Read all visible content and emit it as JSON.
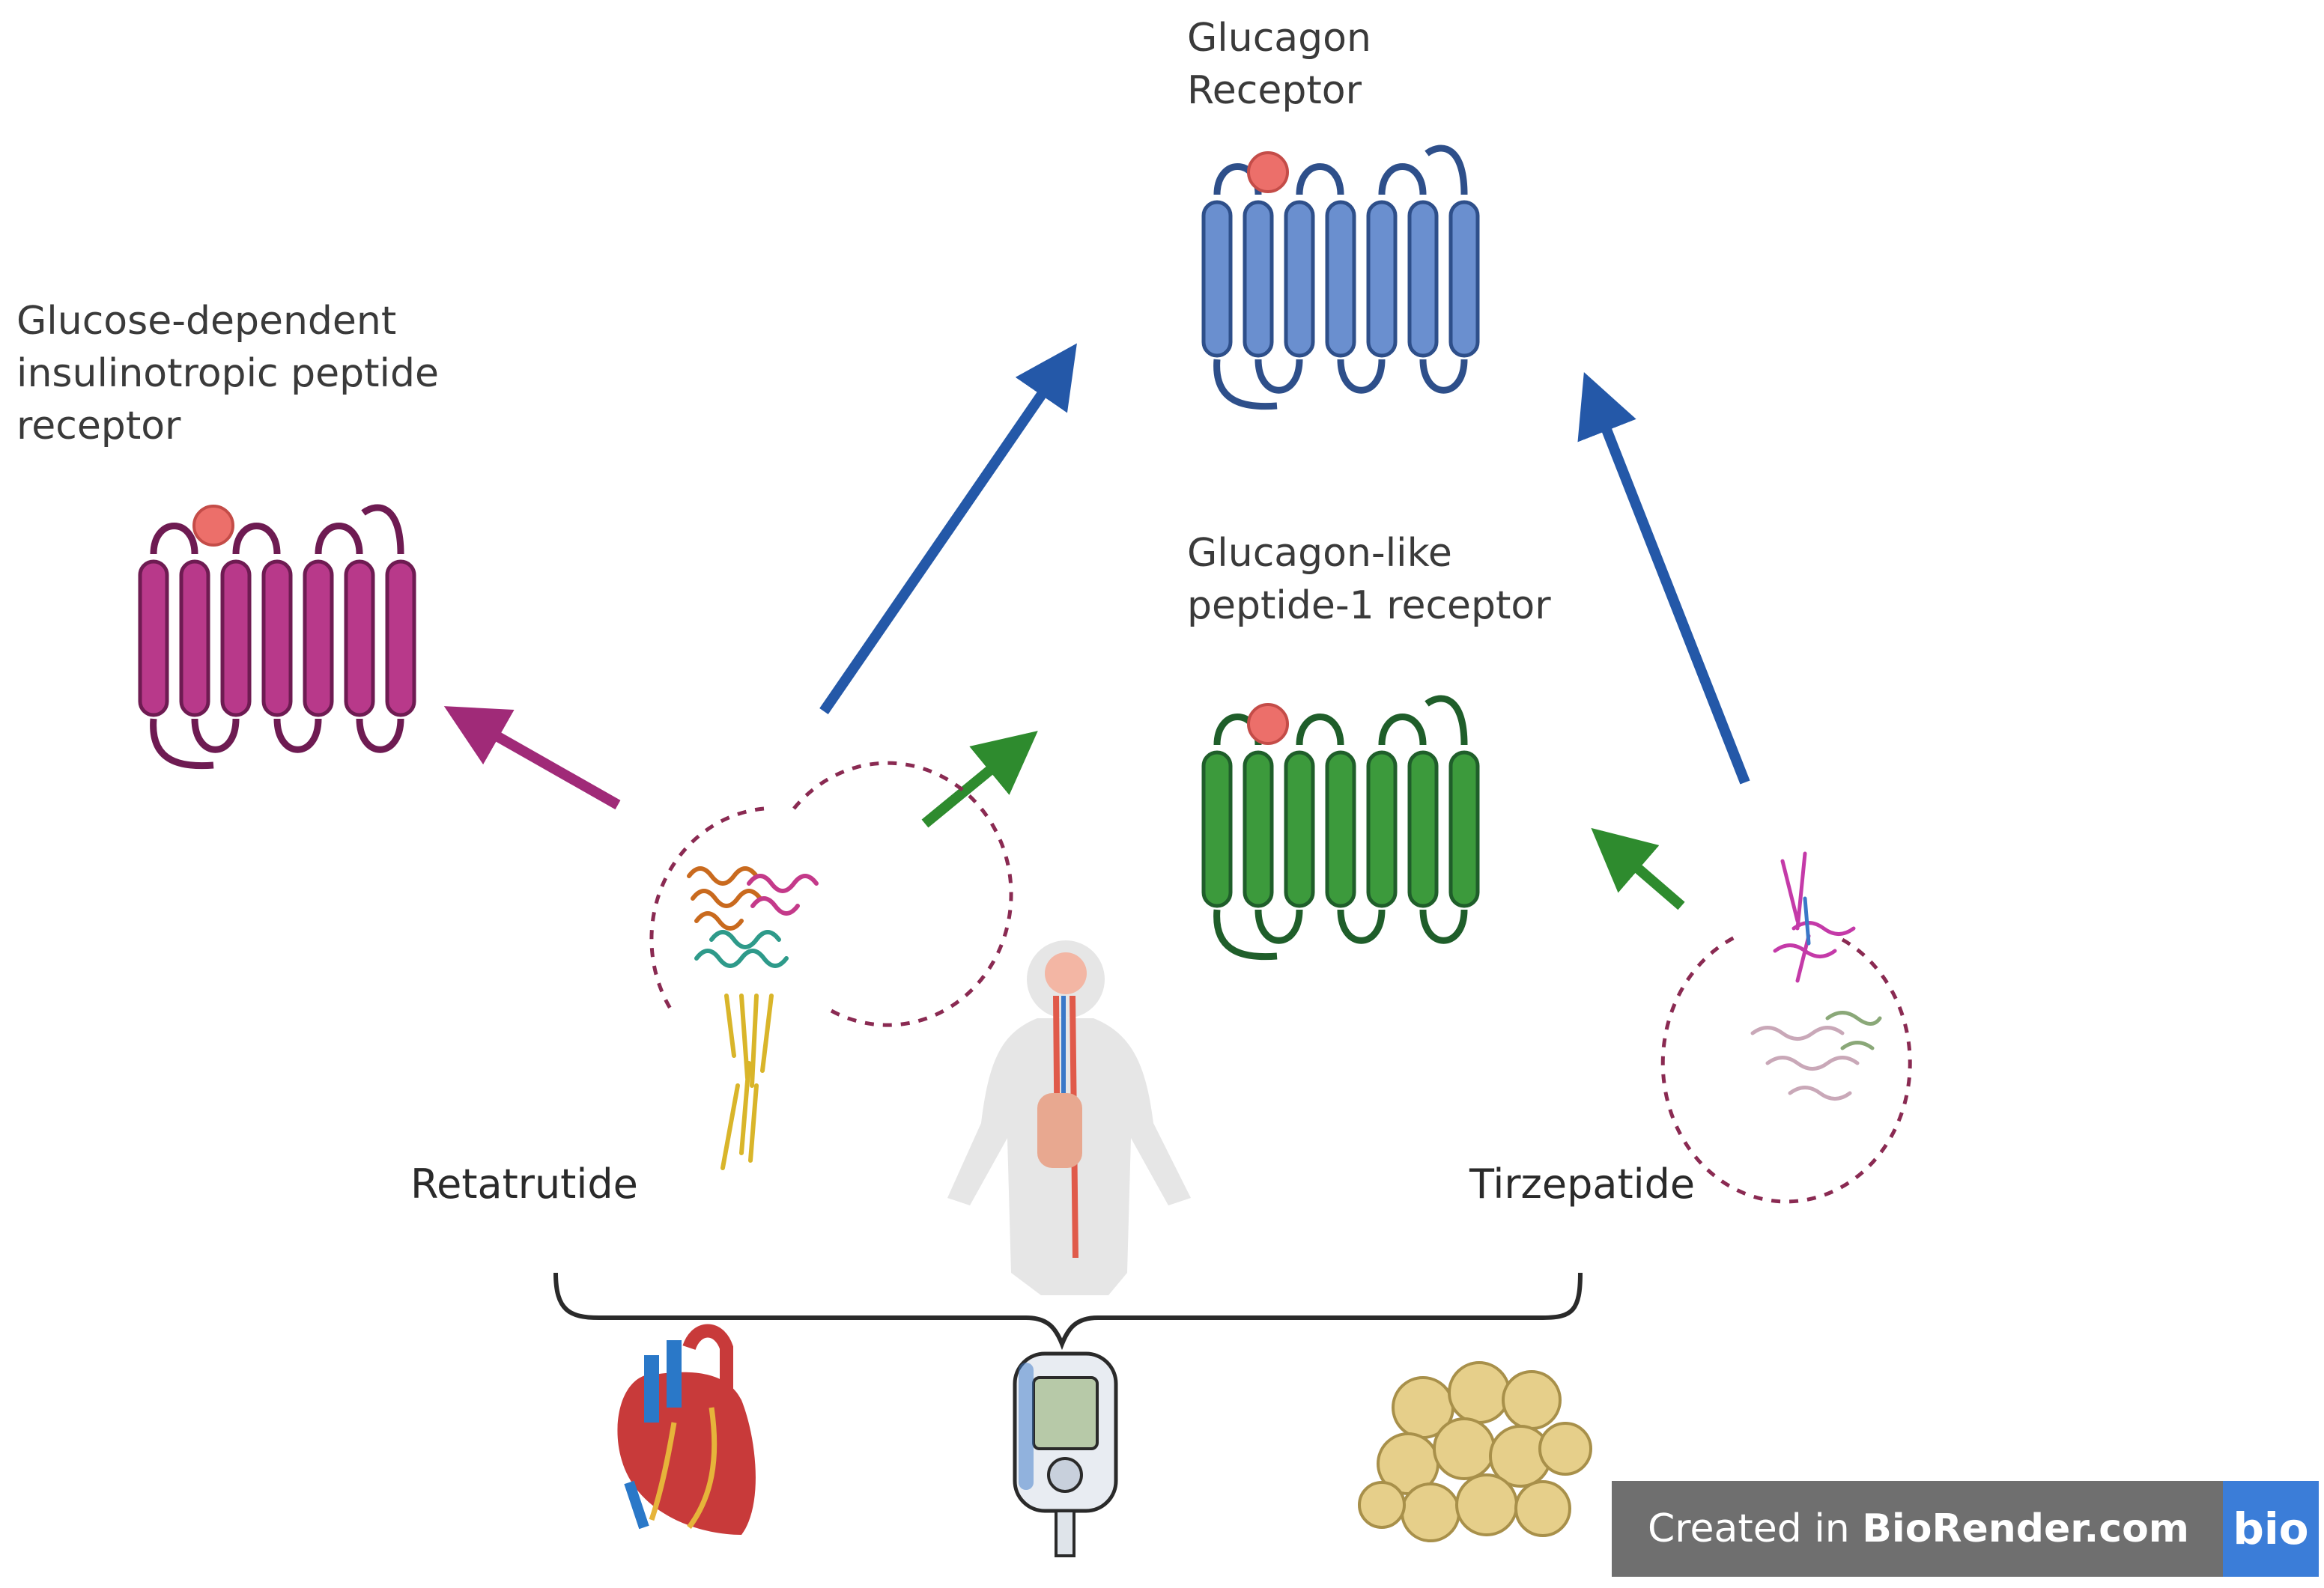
{
  "receptors": {
    "glucagon": {
      "line1": "Glucagon",
      "line2": "Receptor",
      "color": "#6a8fcf",
      "stroke": "#2e4f8a"
    },
    "glp1": {
      "line1": "Glucagon-like",
      "line2": "peptide-1 receptor",
      "color": "#3c9a3c",
      "stroke": "#1f5e2a"
    },
    "gip": {
      "line1": "Glucose-dependent",
      "line2": "insulinotropic peptide",
      "line3": "receptor",
      "color": "#b8398a",
      "stroke": "#6e1b52"
    }
  },
  "ligand_color": "#ec6f6a",
  "drugs": {
    "retatrutide": "Retatrutide",
    "tirzepatide": "Tirzepatide"
  },
  "arrow_colors": {
    "blue": "#2458a8",
    "green": "#2e8b2e",
    "magenta": "#a02a78"
  },
  "badge": {
    "prefix": "Created in ",
    "brand": "BioRender.com",
    "logo": "bio"
  },
  "icons": [
    "heart-icon",
    "glucose-meter-icon",
    "fat-cells-icon",
    "human-body-icon"
  ]
}
